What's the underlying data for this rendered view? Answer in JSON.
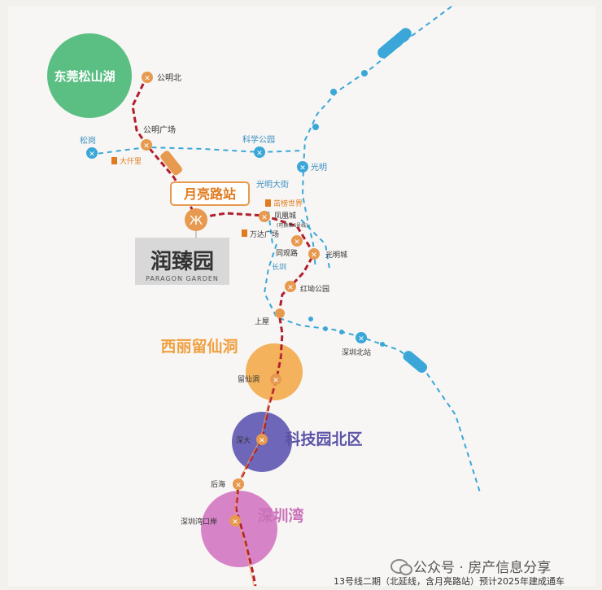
{
  "colors": {
    "background": "#f3f1ee",
    "line13": "#b01f2e",
    "blueLine": "#3aa7d8",
    "stationIcon": "#e79a4f",
    "blueStation": "#3aa7d8",
    "songshan": "#5bbf83",
    "xili": "#f3b25b",
    "keji": "#6e66b8",
    "shenzhenwan": "#d783c7",
    "labelOrange": "#e07a1e"
  },
  "areas": {
    "songshanhu": "东莞松山湖",
    "xili": "西丽留仙洞",
    "keji": "科技园北区",
    "shenzhenwan": "深圳湾"
  },
  "highlight": {
    "station": "月亮路站",
    "project_cn": "润臻园",
    "project_en": "PARAGON GARDEN"
  },
  "stations": {
    "gongming_north": "公明北",
    "gongming_square": "公明广场",
    "dashiyuan": "大仟里",
    "songgang": "松岗",
    "kexue_park": "科学公园",
    "guangming": "光明",
    "guangming_street": "光明大街",
    "zhiliu_world": "茁榜世界",
    "fenghuang": "凤凰城",
    "transfer_note": "(可换乘6号线)",
    "wanda": "万达广场",
    "tongguan_road": "同观路",
    "guangming_city": "光明城",
    "changzhen": "长圳",
    "hongying_park": "红坳公园",
    "shangwu": "上屋",
    "shenzhen_north": "深圳北站",
    "liuxiandong": "留仙洞",
    "shenda": "深大",
    "houhai": "后海",
    "shenzhenwan_port": "深圳湾口岸"
  },
  "footer": "13号线二期（北延线，含月亮路站）预计2025年建成通车",
  "wechat": "公众号 · 房产信息分享"
}
